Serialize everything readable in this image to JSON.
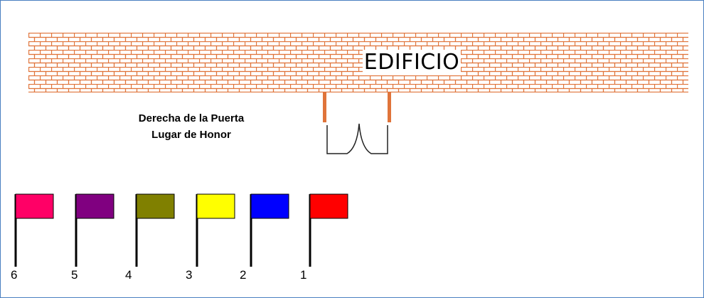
{
  "building": {
    "label": "EDIFICIO",
    "brick_color": "#e0743a",
    "door_post_color": "#e0743a"
  },
  "caption": {
    "line1": "Derecha de la Puerta",
    "line2": "Lugar de Honor"
  },
  "flags": [
    {
      "number": "6",
      "color": "#ff0066"
    },
    {
      "number": "5",
      "color": "#800080"
    },
    {
      "number": "4",
      "color": "#808000"
    },
    {
      "number": "3",
      "color": "#ffff00"
    },
    {
      "number": "2",
      "color": "#0000ff"
    },
    {
      "number": "1",
      "color": "#ff0000"
    }
  ]
}
